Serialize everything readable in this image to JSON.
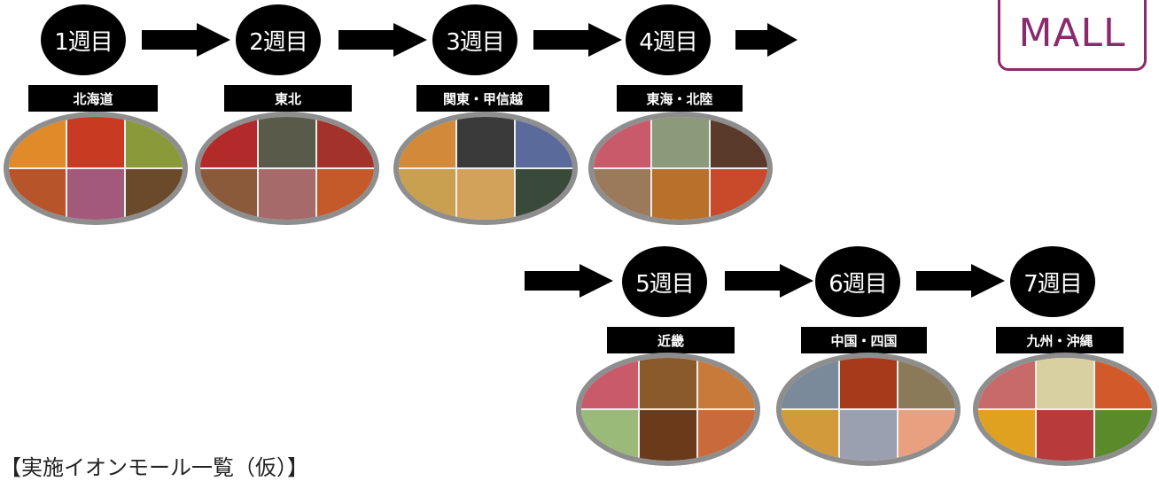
{
  "logo": {
    "text": "MALL"
  },
  "weeks": [
    {
      "label": "1週目",
      "region": "北海道",
      "tiles": [
        "#e08a2a",
        "#c93a22",
        "#8a9a3a",
        "#b8542a",
        "#a35a7a",
        "#6a4a2a"
      ]
    },
    {
      "label": "2週目",
      "region": "東北",
      "tiles": [
        "#b32a2a",
        "#5a5a4a",
        "#a3322a",
        "#8a5a3a",
        "#a66a6a",
        "#c45a2a"
      ]
    },
    {
      "label": "3週目",
      "region": "関東・甲信越",
      "tiles": [
        "#d28a3a",
        "#3a3a3a",
        "#5a6a9a",
        "#c8a050",
        "#d2a25a",
        "#3a4a3a"
      ]
    },
    {
      "label": "4週目",
      "region": "東海・北陸",
      "tiles": [
        "#c85a6a",
        "#8a9a7a",
        "#5a3a2a",
        "#9a7a5a",
        "#b8702a",
        "#c84a2a"
      ]
    },
    {
      "label": "5週目",
      "region": "近畿",
      "tiles": [
        "#c85a6a",
        "#8a5a2a",
        "#c87a3a",
        "#9aba7a",
        "#6a3a1a",
        "#c86a3a"
      ]
    },
    {
      "label": "6週目",
      "region": "中国・四国",
      "tiles": [
        "#7a8a9a",
        "#a63a1a",
        "#8a7a5a",
        "#d29a3a",
        "#9aa0b0",
        "#e8a080"
      ]
    },
    {
      "label": "7週目",
      "region": "九州・沖縄",
      "tiles": [
        "#c86a6a",
        "#d8d0a0",
        "#d25a2a",
        "#e0a020",
        "#b83a3a",
        "#5a8a2a"
      ]
    }
  ],
  "footer": {
    "title": "【実施イオンモール一覧（仮）】"
  }
}
